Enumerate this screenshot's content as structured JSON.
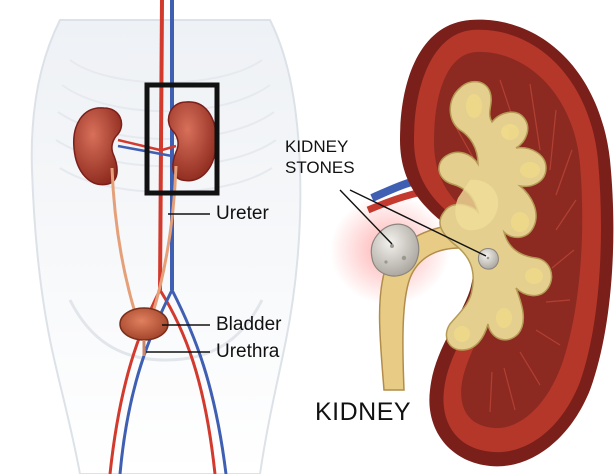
{
  "labels": {
    "ureter": "Ureter",
    "bladder": "Bladder",
    "urethra": "Urethra",
    "kidney_stones_line1": "KIDNEY",
    "kidney_stones_line2": "STONES",
    "kidney": "KIDNEY"
  },
  "colors": {
    "kidney_cortex": "#b5372a",
    "kidney_capsule": "#7a1f1a",
    "renal_pelvis": "#e4cf8f",
    "medulla": "#8c2a22",
    "stone": "#d8d4cf",
    "body_outline": "#d6dbe2",
    "artery": "#d23a2e",
    "vein": "#3f5fb3",
    "highlight_box": "#111111"
  },
  "icons": {
    "body_figure": "human-torso-illustration",
    "kidney_cross_section": "kidney-cross-section-illustration",
    "kidney_stones": "kidney-stone-illustration"
  }
}
